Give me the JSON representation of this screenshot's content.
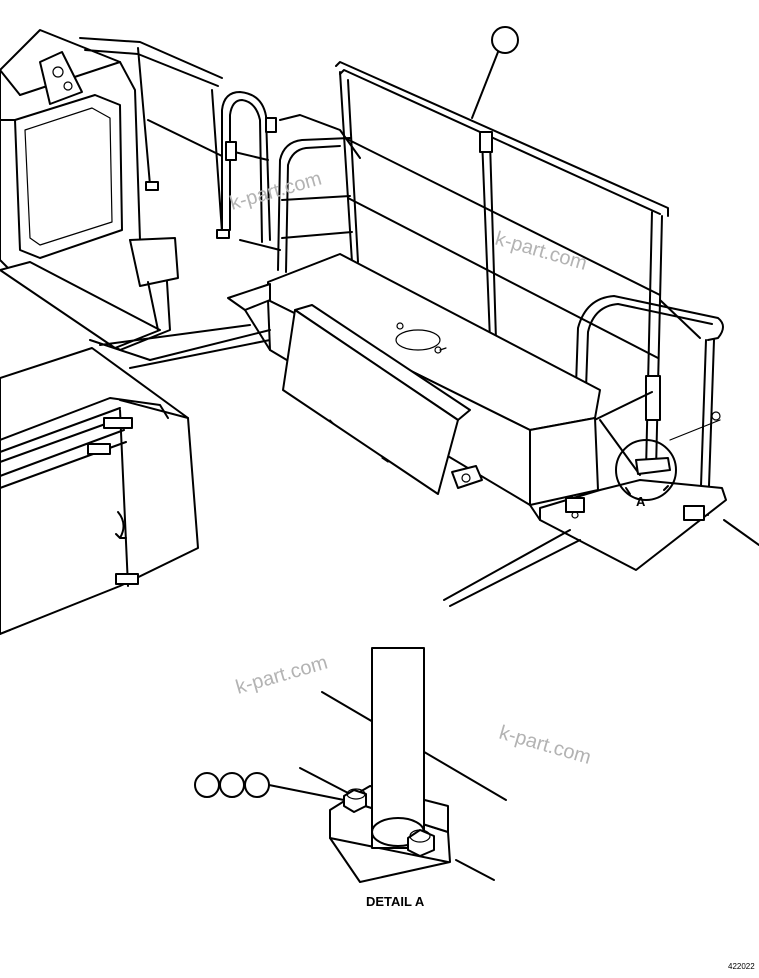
{
  "watermark": "k-part.com",
  "detail_marker": "A",
  "detail_caption": "DETAIL A",
  "figure_number": "422022"
}
